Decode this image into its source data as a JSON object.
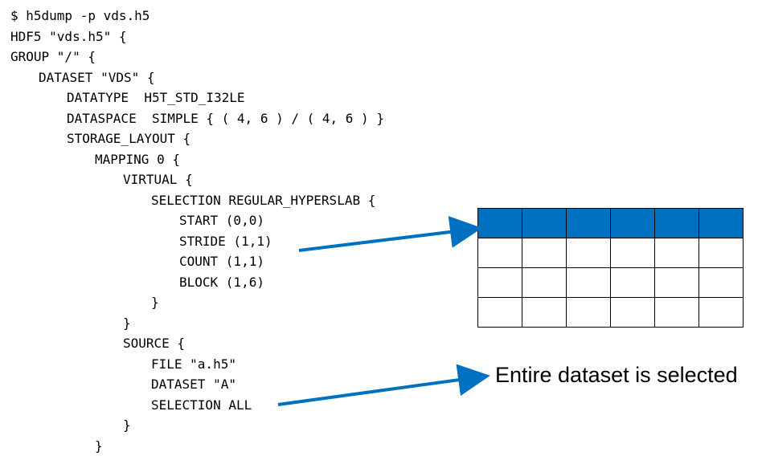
{
  "code_lines": [
    {
      "indent": 0,
      "text": "$ h5dump -p vds.h5"
    },
    {
      "indent": 0,
      "text": "HDF5 \"vds.h5\" {"
    },
    {
      "indent": 0,
      "text": "GROUP \"/\" {"
    },
    {
      "indent": 1,
      "text": "DATASET \"VDS\" {"
    },
    {
      "indent": 2,
      "text": "DATATYPE  H5T_STD_I32LE"
    },
    {
      "indent": 2,
      "text": "DATASPACE  SIMPLE { ( 4, 6 ) / ( 4, 6 ) }"
    },
    {
      "indent": 2,
      "text": "STORAGE_LAYOUT {"
    },
    {
      "indent": 3,
      "text": "MAPPING 0 {"
    },
    {
      "indent": 4,
      "text": "VIRTUAL {"
    },
    {
      "indent": 5,
      "text": "SELECTION REGULAR_HYPERSLAB {"
    },
    {
      "indent": 6,
      "text": "START (0,0)"
    },
    {
      "indent": 6,
      "text": "STRIDE (1,1)"
    },
    {
      "indent": 6,
      "text": "COUNT (1,1)"
    },
    {
      "indent": 6,
      "text": "BLOCK (1,6)"
    },
    {
      "indent": 5,
      "text": "}"
    },
    {
      "indent": 4,
      "text": "}"
    },
    {
      "indent": 4,
      "text": "SOURCE {"
    },
    {
      "indent": 5,
      "text": "FILE \"a.h5\""
    },
    {
      "indent": 5,
      "text": "DATASET \"A\""
    },
    {
      "indent": 5,
      "text": "SELECTION ALL"
    },
    {
      "indent": 4,
      "text": "}"
    },
    {
      "indent": 3,
      "text": "}"
    }
  ],
  "grid": {
    "rows": 4,
    "cols": 6,
    "selected_row": 0,
    "selected_color": "#0070C0",
    "line_color": "#000000"
  },
  "arrow_color": "#0070C0",
  "annotation": "Entire dataset is selected"
}
